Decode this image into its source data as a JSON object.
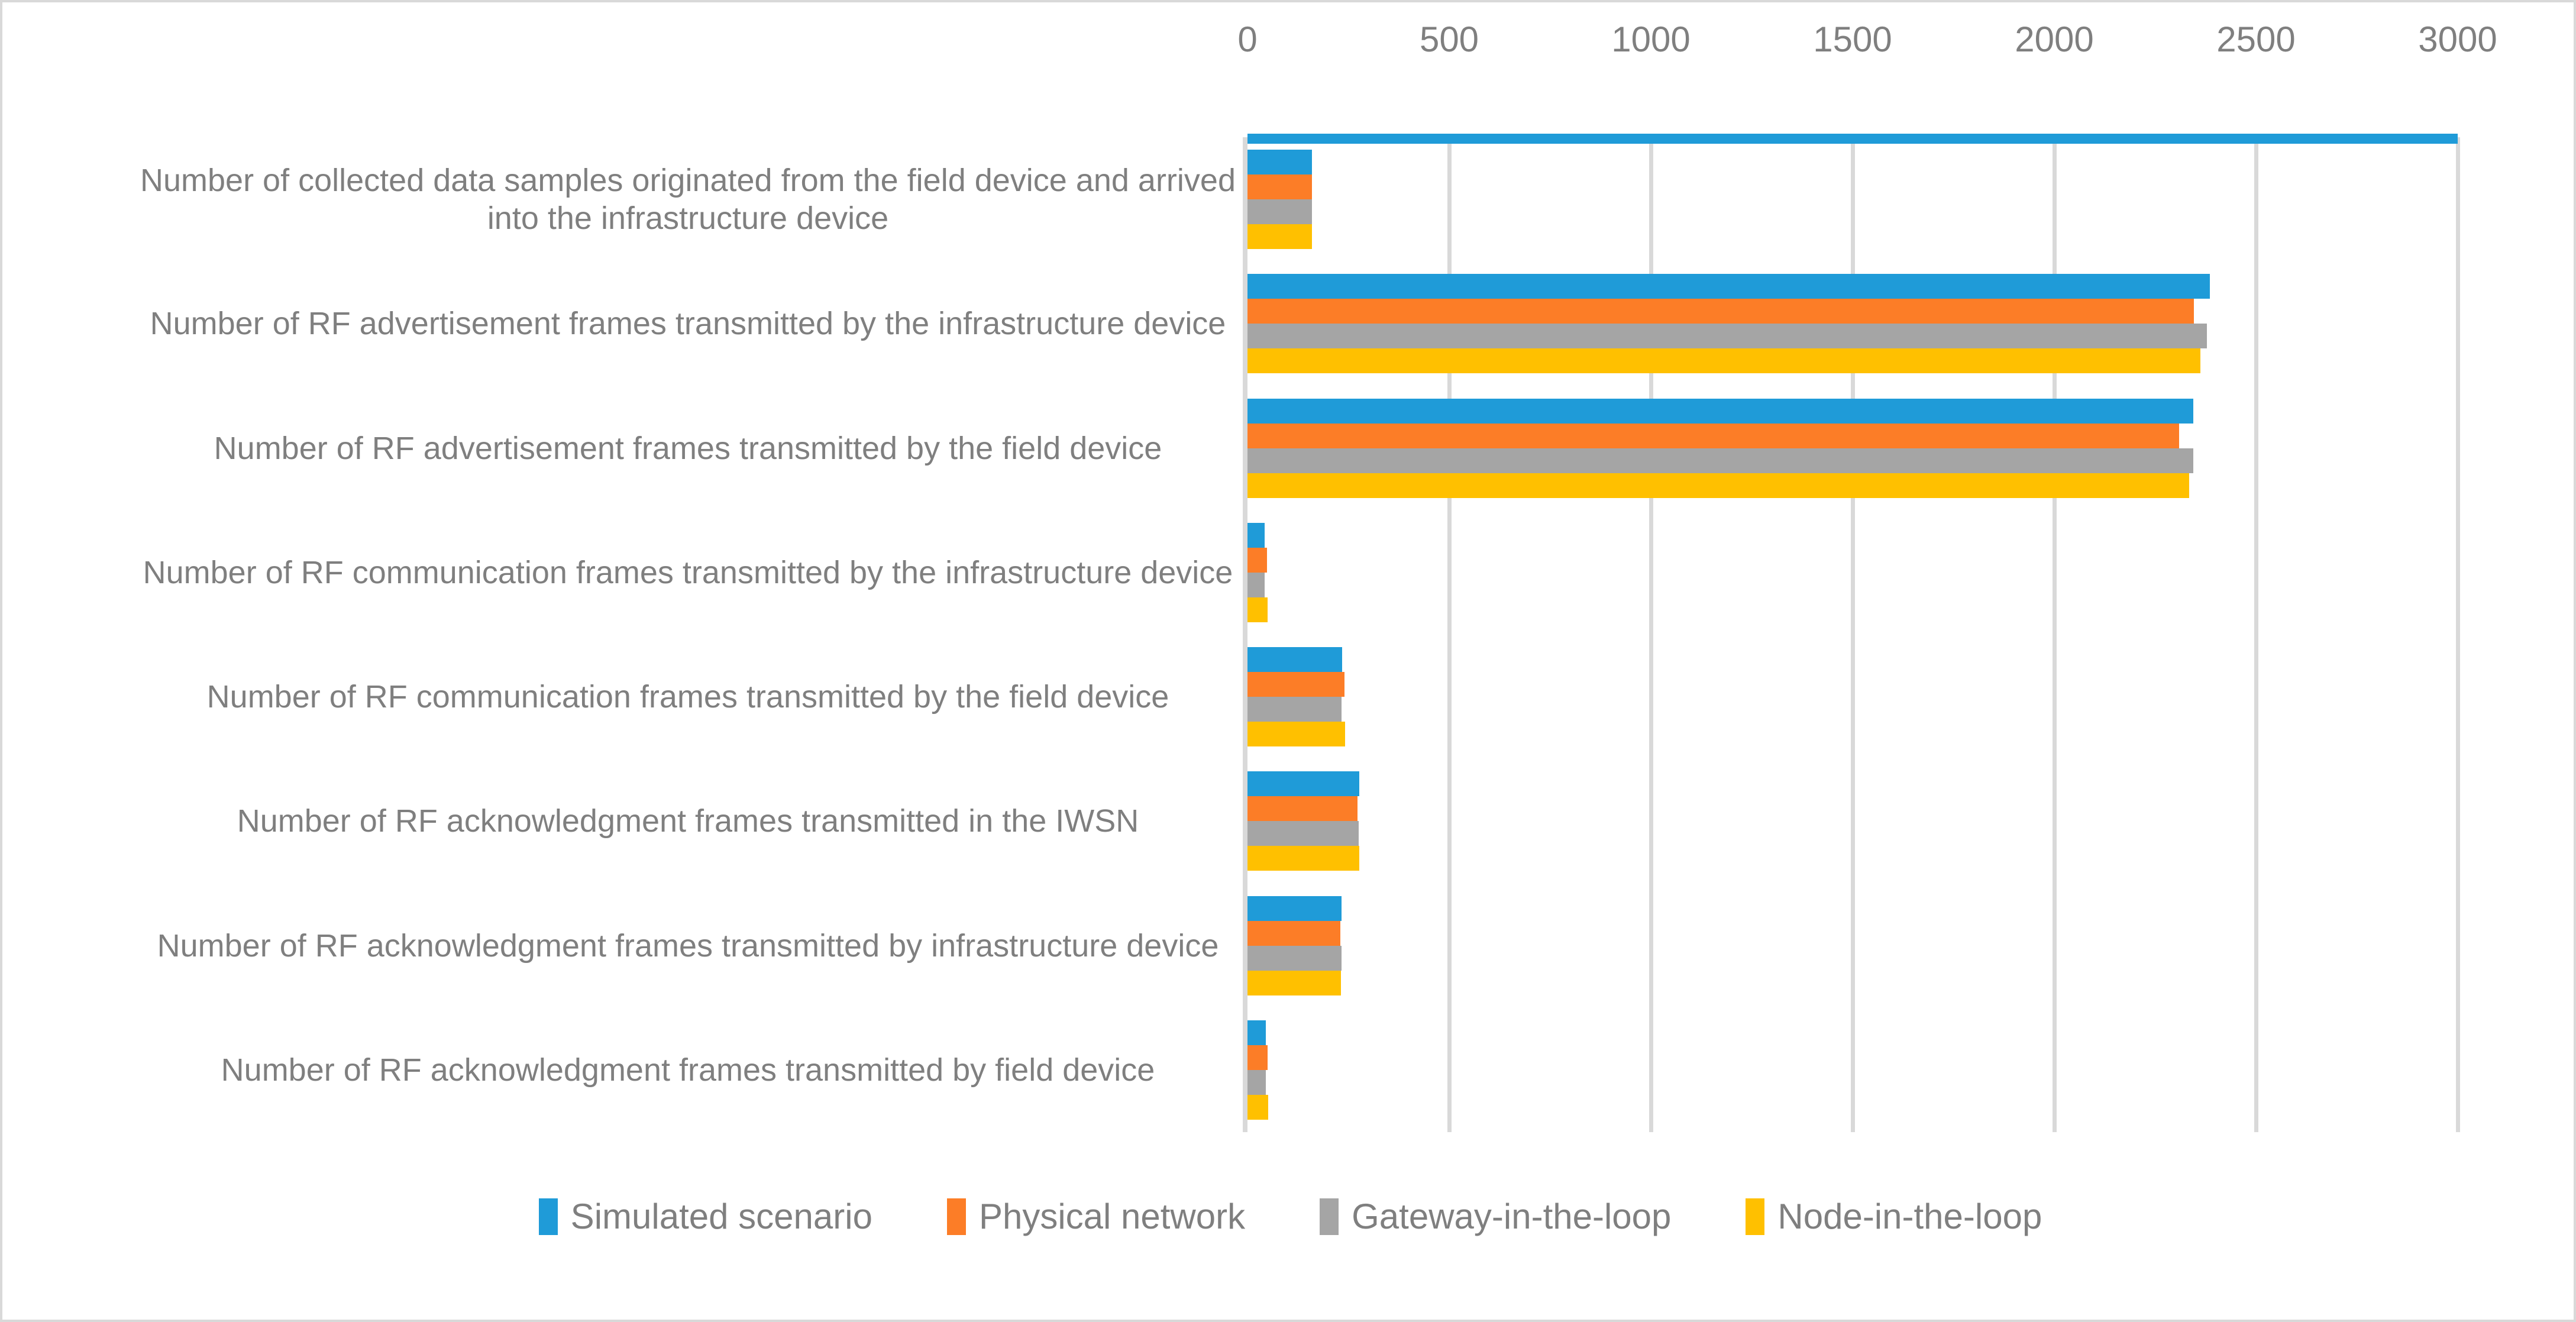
{
  "chart_data": {
    "type": "bar",
    "orientation": "horizontal",
    "title": "",
    "xlabel": "",
    "ylabel": "",
    "xlim": [
      0,
      3000
    ],
    "xticks": [
      0,
      500,
      1000,
      1500,
      2000,
      2500,
      3000
    ],
    "xtick_labels": [
      "0",
      "500",
      "1000",
      "1500",
      "2000",
      "2500",
      "3000"
    ],
    "grid": true,
    "legend_position": "bottom",
    "categories": [
      "Number of collected data samples originated from the field device and arrived into the infrastructure device",
      "Number of RF advertisement frames transmitted by the infrastructure device",
      "Number of RF advertisement frames transmitted by the field device",
      "Number of RF communication frames transmitted by the infrastructure device",
      "Number of RF communication frames transmitted by the field device",
      "Number of RF acknowledgment frames transmitted in the IWSN",
      "Number of RF acknowledgment frames transmitted by infrastructure device",
      "Number of RF acknowledgment frames transmitted by field device"
    ],
    "series": [
      {
        "name": "Simulated scenario",
        "color": "#1f9bd8",
        "values": [
          160,
          2386,
          2345,
          42,
          235,
          277,
          233,
          45
        ]
      },
      {
        "name": "Physical network",
        "color": "#fc7d27",
        "values": [
          160,
          2346,
          2310,
          48,
          240,
          273,
          230,
          50
        ]
      },
      {
        "name": "Gateway-in-the-loop",
        "color": "#a5a5a5",
        "values": [
          160,
          2378,
          2345,
          42,
          233,
          276,
          233,
          45
        ]
      },
      {
        "name": "Node-in-the-loop",
        "color": "#ffc000",
        "values": [
          160,
          2362,
          2335,
          50,
          242,
          277,
          232,
          52
        ]
      }
    ]
  },
  "legend": {
    "items": [
      {
        "label": "Simulated scenario",
        "color": "#1f9bd8"
      },
      {
        "label": "Physical network",
        "color": "#fc7d27"
      },
      {
        "label": "Gateway-in-the-loop",
        "color": "#a5a5a5"
      },
      {
        "label": "Node-in-the-loop",
        "color": "#ffc000"
      }
    ]
  },
  "colors": {
    "grid": "#d9d9d9",
    "text": "#7f7f7f",
    "frame": "#d9d9d9",
    "top_rule": "#1f9bd8",
    "background": "#ffffff"
  }
}
